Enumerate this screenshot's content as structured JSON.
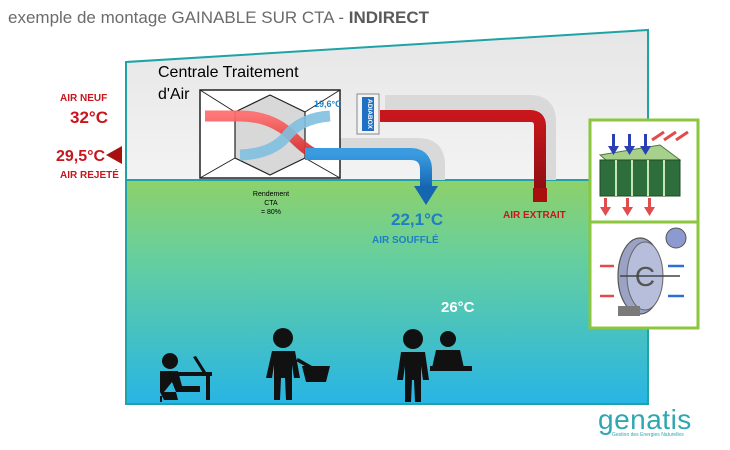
{
  "title": {
    "prefix": "exemple de montage ",
    "middle": "GAINABLE SUR CTA - ",
    "bold": "INDIRECT"
  },
  "cta": {
    "label_line1": "Centrale Traitement",
    "label_line2": "d'Air",
    "rendement_line1": "Rendement",
    "rendement_line2": "CTA",
    "rendement_line3": "= 80%"
  },
  "air_neuf": {
    "label": "AIR NEUF",
    "temp": "32°C"
  },
  "air_rejete": {
    "label": "AIR REJETÉ",
    "temp": "29,5°C"
  },
  "mix_temp": "19,6°C",
  "adiabox": "ADIABOX",
  "air_souffle": {
    "label": "AIR SOUFFLÉ",
    "temp": "22,1°C"
  },
  "air_extrait": {
    "label": "AIR EXTRAIT"
  },
  "room_temp": "26°C",
  "brand": {
    "name": "genatis",
    "tagline": "Gestion des Energies Naturelles"
  },
  "colors": {
    "red": "#c8161d",
    "blue": "#1f7fc4",
    "light_blue": "#9fd0e6",
    "brand_teal": "#2fa7b0",
    "frame_teal": "#1fa3a6",
    "green_frame": "#8cc63f"
  }
}
